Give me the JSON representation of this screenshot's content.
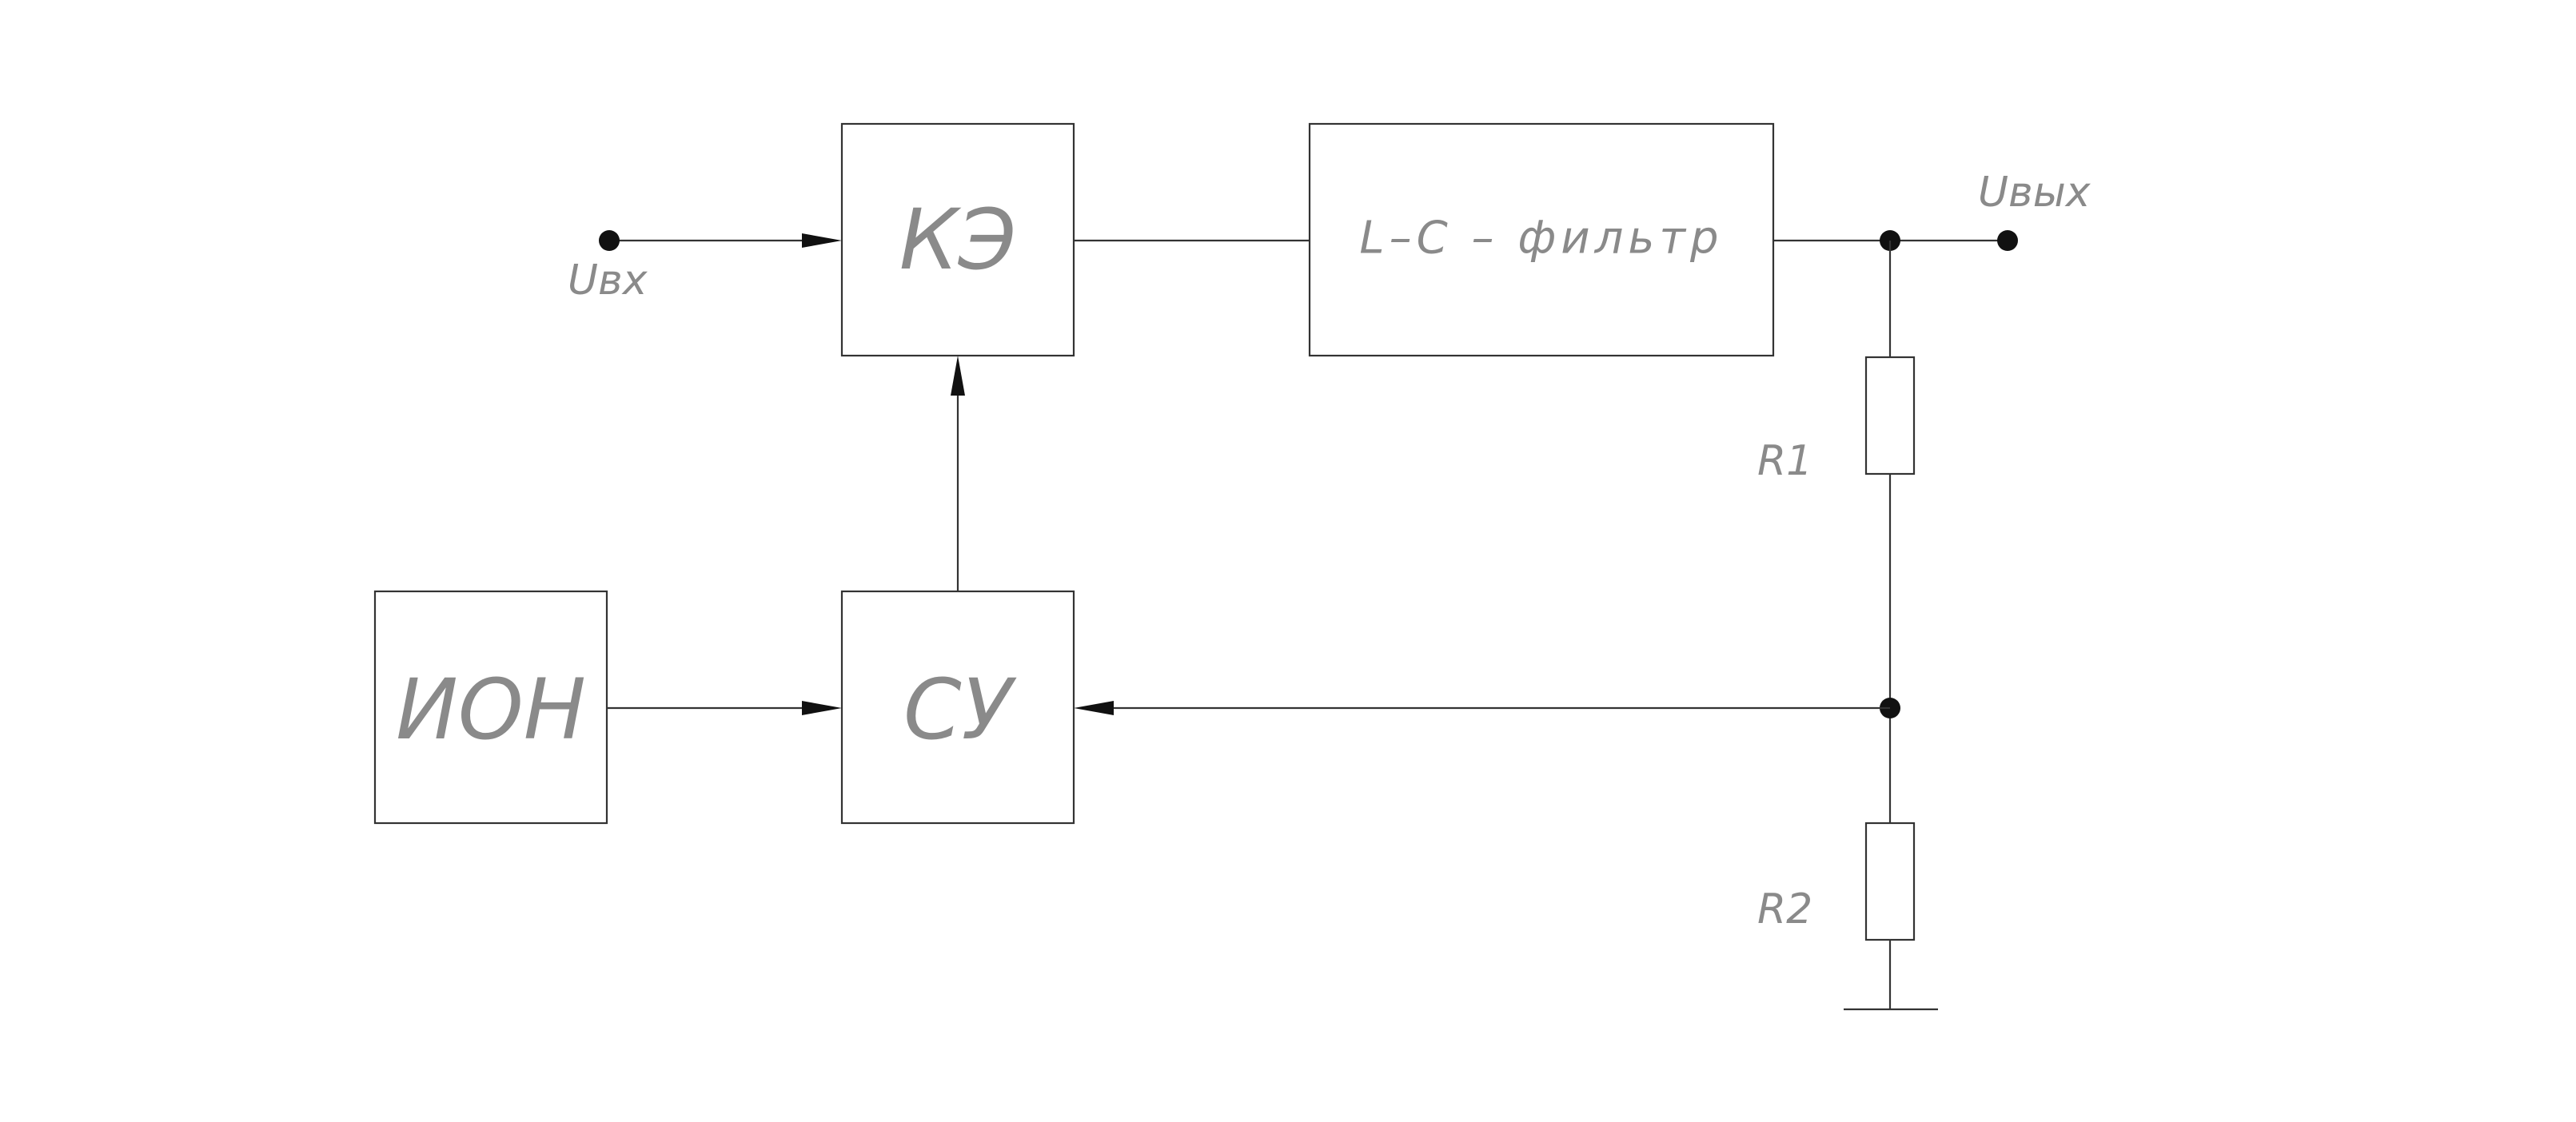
{
  "blocks": {
    "ke": "КЭ",
    "lc_filter": "L–C  –  фильтр",
    "ion": "ИОН",
    "su": "СУ"
  },
  "labels": {
    "u_in": "Uвх",
    "u_out": "Uвых",
    "r1": "R1",
    "r2": "R2"
  }
}
